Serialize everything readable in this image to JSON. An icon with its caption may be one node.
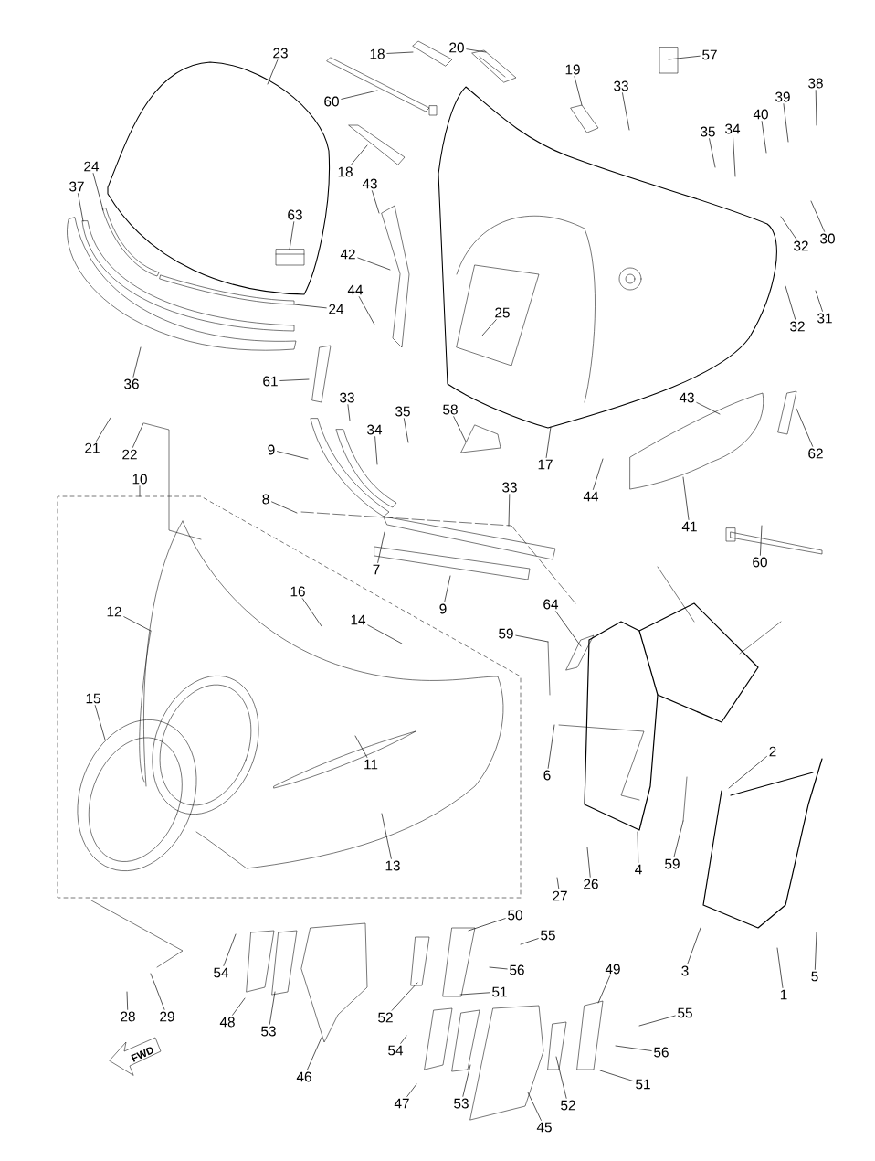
{
  "diagram": {
    "nodes": [
      {
        "text": [
          "20"
        ]
      },
      {
        "text": [
          "18"
        ]
      },
      {
        "text": [
          "23"
        ]
      },
      {
        "text": [
          "57"
        ]
      },
      {
        "text": [
          "19"
        ]
      },
      {
        "text": [
          "33"
        ]
      },
      {
        "text": [
          "38"
        ]
      },
      {
        "text": [
          "39"
        ]
      },
      {
        "text": [
          "60"
        ]
      },
      {
        "text": [
          "40"
        ]
      },
      {
        "text": [
          "35"
        ]
      },
      {
        "text": [
          "34"
        ]
      },
      {
        "text": [
          "24"
        ]
      },
      {
        "text": [
          "18"
        ]
      },
      {
        "text": [
          "43"
        ]
      },
      {
        "text": [
          "37"
        ]
      },
      {
        "text": [
          "63"
        ]
      },
      {
        "text": [
          "30"
        ]
      },
      {
        "text": [
          "32"
        ]
      },
      {
        "text": [
          "42"
        ]
      },
      {
        "text": [
          "44"
        ]
      },
      {
        "text": [
          "24"
        ]
      },
      {
        "text": [
          "25"
        ]
      },
      {
        "text": [
          "31"
        ]
      },
      {
        "text": [
          "32"
        ]
      },
      {
        "text": [
          "61"
        ]
      },
      {
        "text": [
          "36"
        ]
      },
      {
        "text": [
          "33"
        ]
      },
      {
        "text": [
          "43"
        ]
      },
      {
        "text": [
          "35"
        ]
      },
      {
        "text": [
          "58"
        ]
      },
      {
        "text": [
          "34"
        ]
      },
      {
        "text": [
          "21"
        ]
      },
      {
        "text": [
          "9"
        ]
      },
      {
        "text": [
          "22"
        ]
      },
      {
        "text": [
          "62"
        ]
      },
      {
        "text": [
          "17"
        ]
      },
      {
        "text": [
          "10"
        ]
      },
      {
        "text": [
          "33"
        ]
      },
      {
        "text": [
          "44"
        ]
      },
      {
        "text": [
          "8"
        ]
      },
      {
        "text": [
          "41"
        ]
      },
      {
        "text": [
          "60"
        ]
      },
      {
        "text": [
          "7"
        ]
      },
      {
        "text": [
          "16"
        ]
      },
      {
        "text": [
          "14"
        ]
      },
      {
        "text": [
          "64"
        ]
      },
      {
        "text": [
          "9"
        ]
      },
      {
        "text": [
          "12"
        ]
      },
      {
        "text": [
          "59"
        ]
      },
      {
        "text": [
          "15"
        ]
      },
      {
        "text": [
          "11"
        ]
      },
      {
        "text": [
          "6"
        ]
      },
      {
        "text": [
          "2"
        ]
      },
      {
        "text": [
          "13"
        ]
      },
      {
        "text": [
          "59"
        ]
      },
      {
        "text": [
          "4"
        ]
      },
      {
        "text": [
          "26"
        ]
      },
      {
        "text": [
          "27"
        ]
      },
      {
        "text": [
          "50"
        ]
      },
      {
        "text": [
          "55"
        ]
      },
      {
        "text": [
          "56"
        ]
      },
      {
        "text": [
          "54"
        ]
      },
      {
        "text": [
          "3"
        ]
      },
      {
        "text": [
          "49"
        ]
      },
      {
        "text": [
          "51"
        ]
      },
      {
        "text": [
          "5"
        ]
      },
      {
        "text": [
          "1"
        ]
      },
      {
        "text": [
          "28"
        ]
      },
      {
        "text": [
          "29"
        ]
      },
      {
        "text": [
          "55"
        ]
      },
      {
        "text": [
          "52"
        ]
      },
      {
        "text": [
          "48"
        ]
      },
      {
        "text": [
          "53"
        ]
      },
      {
        "text": [
          "54"
        ]
      },
      {
        "text": [
          "56"
        ]
      },
      {
        "text": [
          "46"
        ]
      },
      {
        "text": [
          "51"
        ]
      },
      {
        "text": [
          "47"
        ]
      },
      {
        "text": [
          "53"
        ]
      },
      {
        "text": [
          "52"
        ]
      },
      {
        "text": [
          "45"
        ]
      }
    ],
    "edges": [
      {
        "from": 0,
        "to": null,
        "arrow": "none"
      },
      {
        "from": 1,
        "to": null,
        "arrow": "none"
      },
      {
        "from": 2,
        "to": null,
        "arrow": "none"
      },
      {
        "from": 3,
        "to": null,
        "arrow": "none"
      },
      {
        "from": 4,
        "to": null,
        "arrow": "none"
      },
      {
        "from": 5,
        "to": null,
        "arrow": "none"
      },
      {
        "from": 6,
        "to": null,
        "arrow": "none"
      },
      {
        "from": 7,
        "to": null,
        "arrow": "none"
      },
      {
        "from": 8,
        "to": null,
        "arrow": "none"
      },
      {
        "from": 9,
        "to": null,
        "arrow": "none"
      },
      {
        "from": 10,
        "to": null,
        "arrow": "none"
      },
      {
        "from": 11,
        "to": null,
        "arrow": "none"
      },
      {
        "from": 12,
        "to": null,
        "arrow": "none"
      },
      {
        "from": 13,
        "to": null,
        "arrow": "none"
      },
      {
        "from": 14,
        "to": null,
        "arrow": "none"
      },
      {
        "from": 15,
        "to": null,
        "arrow": "none"
      },
      {
        "from": 16,
        "to": null,
        "arrow": "none"
      },
      {
        "from": 17,
        "to": null,
        "arrow": "none"
      },
      {
        "from": 18,
        "to": null,
        "arrow": "none"
      },
      {
        "from": 19,
        "to": null,
        "arrow": "none"
      },
      {
        "from": 20,
        "to": null,
        "arrow": "none"
      },
      {
        "from": 21,
        "to": null,
        "arrow": "none"
      },
      {
        "from": 22,
        "to": null,
        "arrow": "none"
      },
      {
        "from": 23,
        "to": null,
        "arrow": "none"
      },
      {
        "from": 24,
        "to": null,
        "arrow": "none"
      },
      {
        "from": 25,
        "to": null,
        "arrow": "none"
      },
      {
        "from": 26,
        "to": null,
        "arrow": "none"
      },
      {
        "from": 27,
        "to": null,
        "arrow": "none"
      },
      {
        "from": 28,
        "to": null,
        "arrow": "none"
      },
      {
        "from": 29,
        "to": null,
        "arrow": "none"
      },
      {
        "from": 30,
        "to": null,
        "arrow": "none"
      },
      {
        "from": 31,
        "to": null,
        "arrow": "none"
      },
      {
        "from": 32,
        "to": null,
        "arrow": "none"
      },
      {
        "from": 33,
        "to": null,
        "arrow": "none"
      },
      {
        "from": 34,
        "to": null,
        "arrow": "none"
      },
      {
        "from": 35,
        "to": null,
        "arrow": "none"
      },
      {
        "from": 36,
        "to": null,
        "arrow": "none"
      },
      {
        "from": 37,
        "to": null,
        "arrow": "none"
      },
      {
        "from": 38,
        "to": null,
        "arrow": "none"
      },
      {
        "from": 39,
        "to": null,
        "arrow": "none"
      },
      {
        "from": 40,
        "to": null,
        "arrow": "none"
      },
      {
        "from": 41,
        "to": null,
        "arrow": "none"
      },
      {
        "from": 42,
        "to": null,
        "arrow": "none"
      },
      {
        "from": 43,
        "to": null,
        "arrow": "none"
      },
      {
        "from": 44,
        "to": null,
        "arrow": "none"
      },
      {
        "from": 45,
        "to": null,
        "arrow": "none"
      },
      {
        "from": 46,
        "to": null,
        "arrow": "none"
      },
      {
        "from": 47,
        "to": null,
        "arrow": "none"
      },
      {
        "from": 48,
        "to": null,
        "arrow": "none"
      },
      {
        "from": 49,
        "to": null,
        "arrow": "none"
      },
      {
        "from": 50,
        "to": null,
        "arrow": "none"
      },
      {
        "from": 51,
        "to": null,
        "arrow": "none"
      },
      {
        "from": 52,
        "to": null,
        "arrow": "none"
      },
      {
        "from": 53,
        "to": null,
        "arrow": "none"
      },
      {
        "from": 54,
        "to": null,
        "arrow": "none"
      },
      {
        "from": 55,
        "to": null,
        "arrow": "none"
      },
      {
        "from": 56,
        "to": null,
        "arrow": "none"
      },
      {
        "from": 57,
        "to": null,
        "arrow": "none"
      },
      {
        "from": 58,
        "to": null,
        "arrow": "none"
      },
      {
        "from": 59,
        "to": null,
        "arrow": "none"
      },
      {
        "from": 60,
        "to": null,
        "arrow": "none"
      },
      {
        "from": 61,
        "to": null,
        "arrow": "none"
      },
      {
        "from": 62,
        "to": null,
        "arrow": "none"
      },
      {
        "from": 63,
        "to": null,
        "arrow": "none"
      },
      {
        "from": 64,
        "to": null,
        "arrow": "none"
      },
      {
        "from": 65,
        "to": null,
        "arrow": "none"
      },
      {
        "from": 66,
        "to": null,
        "arrow": "none"
      },
      {
        "from": 67,
        "to": null,
        "arrow": "none"
      },
      {
        "from": 68,
        "to": null,
        "arrow": "none"
      },
      {
        "from": 69,
        "to": null,
        "arrow": "none"
      },
      {
        "from": 70,
        "to": null,
        "arrow": "none"
      },
      {
        "from": 71,
        "to": null,
        "arrow": "none"
      },
      {
        "from": 72,
        "to": null,
        "arrow": "none"
      },
      {
        "from": 73,
        "to": null,
        "arrow": "none"
      },
      {
        "from": 74,
        "to": null,
        "arrow": "none"
      },
      {
        "from": 75,
        "to": null,
        "arrow": "none"
      },
      {
        "from": 76,
        "to": null,
        "arrow": "none"
      },
      {
        "from": 77,
        "to": null,
        "arrow": "none"
      },
      {
        "from": 78,
        "to": null,
        "arrow": "none"
      },
      {
        "from": 79,
        "to": null,
        "arrow": "none"
      },
      {
        "from": 80,
        "to": null,
        "arrow": "none"
      },
      {
        "from": 81,
        "to": null,
        "arrow": "none"
      }
    ],
    "labels": [
      "FWD"
    ]
  }
}
